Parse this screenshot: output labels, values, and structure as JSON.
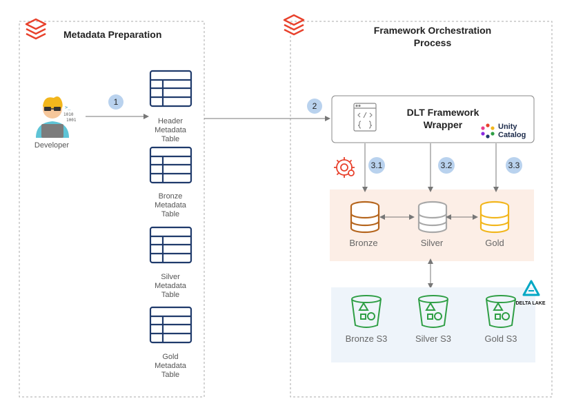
{
  "colors": {
    "brand": "#E8412C",
    "table_stroke": "#1f3a6b",
    "bronze": "#B5651D",
    "silver": "#A8A8A8",
    "gold": "#F2B61C",
    "bucket": "#2E9E44",
    "step_badge": "#B9D2EE",
    "medallion_bg": "#FCEEE6",
    "s3_bg": "#EEF4FA"
  },
  "metadata_section": {
    "title": "Metadata Preparation",
    "developer_label": "Developer",
    "tables": [
      {
        "lines": [
          "Header",
          "Metadata",
          "Table"
        ]
      },
      {
        "lines": [
          "Bronze",
          "Metadata",
          "Table"
        ]
      },
      {
        "lines": [
          "Silver",
          "Metadata",
          "Table"
        ]
      },
      {
        "lines": [
          "Gold",
          "Metadata",
          "Table"
        ]
      }
    ]
  },
  "orchestration_section": {
    "title_lines": [
      "Framework Orchestration",
      "Process"
    ],
    "wrapper_lines": [
      "DLT Framework",
      "Wrapper"
    ],
    "unity_catalog_lines": [
      "Unity",
      "Catalog"
    ],
    "delta_lake_label": "DELTA LAKE",
    "layers": [
      "Bronze",
      "Silver",
      "Gold"
    ],
    "buckets": [
      "Bronze S3",
      "Silver S3",
      "Gold S3"
    ]
  },
  "steps": [
    "1",
    "2",
    "3.1",
    "3.2",
    "3.3"
  ]
}
